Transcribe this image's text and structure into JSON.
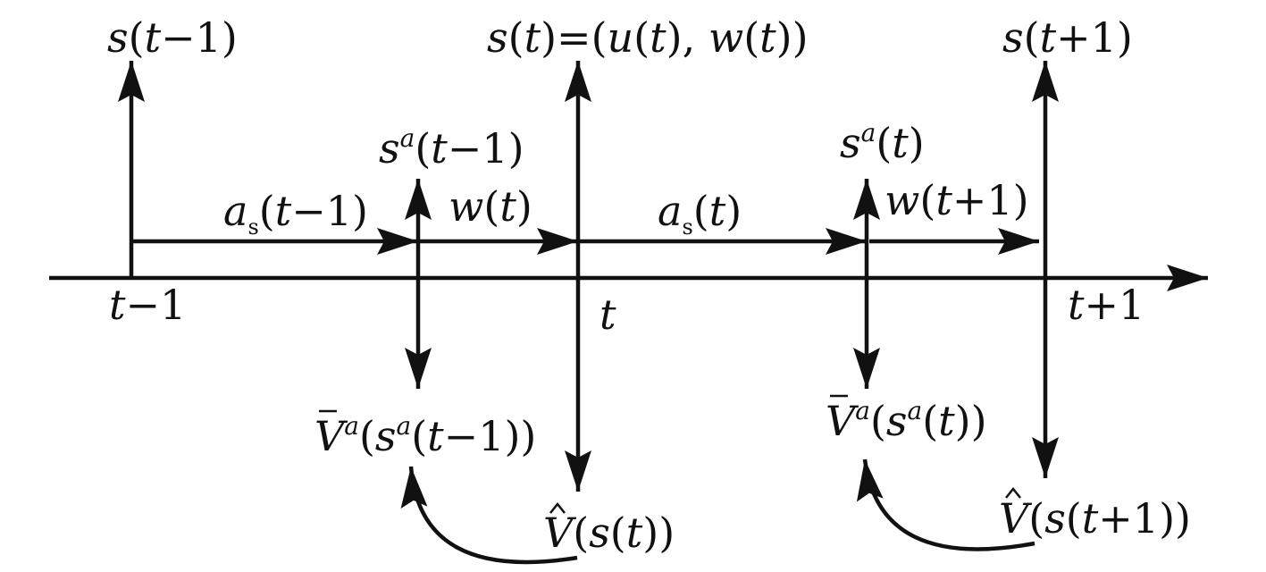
{
  "axis": {
    "ticks": [
      {
        "var": "t",
        "op": "−",
        "num": "1"
      },
      {
        "var": "t",
        "op": "",
        "num": ""
      },
      {
        "var": "t",
        "op": "+",
        "num": "1"
      }
    ]
  },
  "states": {
    "s_t_minus_1": {
      "fn": "s",
      "var": "t",
      "op": "−",
      "num": "1"
    },
    "s_t": {
      "fn": "s",
      "var": "t",
      "eq": "=",
      "u": "u",
      "w": "w",
      "comma": ","
    },
    "s_t_plus_1": {
      "fn": "s",
      "var": "t",
      "op": "+",
      "num": "1"
    }
  },
  "actions": {
    "a_s_t_minus_1": {
      "a": "a",
      "sub": "s",
      "var": "t",
      "op": "−",
      "num": "1"
    },
    "w_t": {
      "fn": "w",
      "var": "t"
    },
    "a_s_t": {
      "a": "a",
      "sub": "s",
      "var": "t"
    },
    "w_t_plus_1": {
      "fn": "w",
      "var": "t",
      "op": "+",
      "num": "1"
    }
  },
  "post_decision_states": {
    "sa_t_minus_1": {
      "fn": "s",
      "sup": "a",
      "var": "t",
      "op": "−",
      "num": "1"
    },
    "sa_t": {
      "fn": "s",
      "sup": "a",
      "var": "t"
    }
  },
  "value_functions": {
    "vbar_t_minus_1": {
      "V": "V",
      "accent": "bar",
      "sup": "a",
      "s": "s",
      "s_sup": "a",
      "var": "t",
      "op": "−",
      "num": "1"
    },
    "vbar_t": {
      "V": "V",
      "accent": "bar",
      "sup": "a",
      "s": "s",
      "s_sup": "a",
      "var": "t"
    },
    "vhat_t": {
      "V": "V",
      "accent": "hat",
      "s": "s",
      "var": "t"
    },
    "vhat_t_plus_1": {
      "V": "V",
      "accent": "hat",
      "s": "s",
      "var": "t",
      "op": "+",
      "num": "1"
    }
  },
  "colors": {
    "ink": "#111111",
    "background": "#ffffff"
  }
}
